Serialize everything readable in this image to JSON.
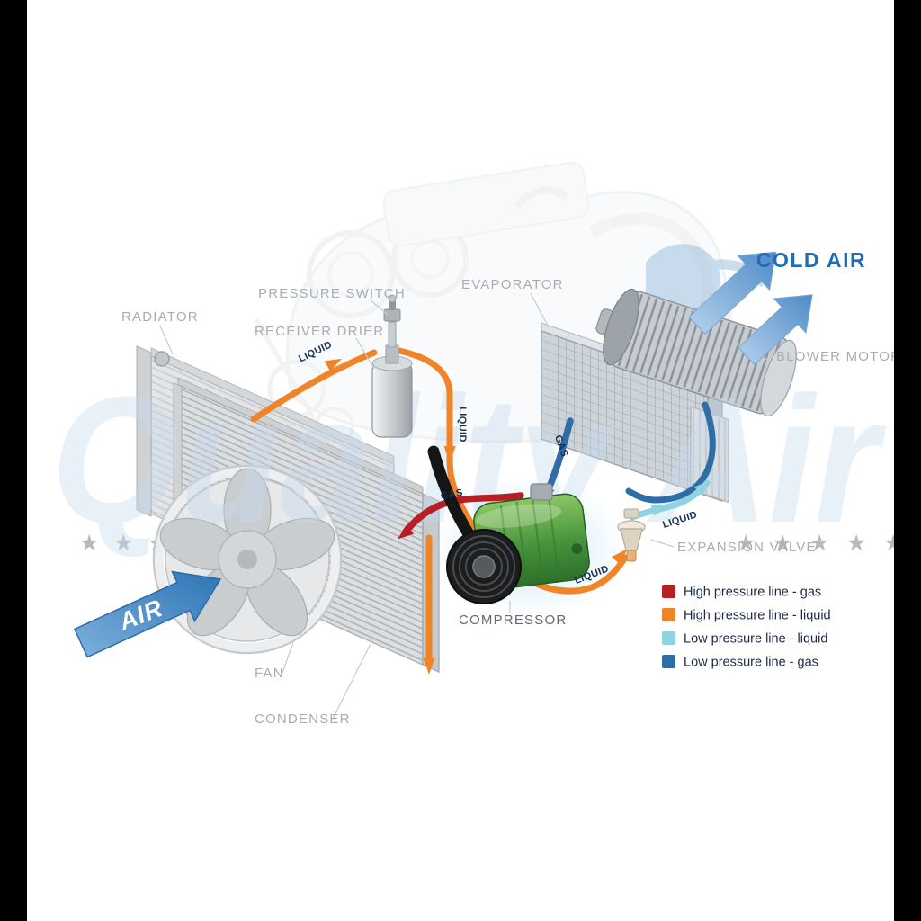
{
  "headings": {
    "cold_air": "COLD AIR",
    "air": "AIR"
  },
  "component_labels": {
    "radiator": "RADIATOR",
    "pressure_switch": "PRESSURE SWITCH",
    "receiver_drier": "RECEIVER DRIER",
    "evaporator": "EVAPORATOR",
    "blower_motor": "BLOWER MOTOR",
    "expansion_valve": "EXPANSION VALVE",
    "compressor": "COMPRESSOR",
    "fan": "FAN",
    "condenser": "CONDENSER"
  },
  "flow_labels": {
    "liquid": "LIQUID",
    "gas": "GAS"
  },
  "legend": [
    {
      "label": "High pressure line - gas",
      "color": "#b81f25"
    },
    {
      "label": "High pressure line - liquid",
      "color": "#f08428"
    },
    {
      "label": "Low pressure line - liquid",
      "color": "#8ed3e0"
    },
    {
      "label": "Low pressure line -  gas",
      "color": "#2e6da6"
    }
  ],
  "watermark": {
    "text": "Quality Air",
    "star": "★"
  },
  "colors": {
    "cold_air_text": "#1e6cb5",
    "air_arrow": "#2e75b6"
  }
}
